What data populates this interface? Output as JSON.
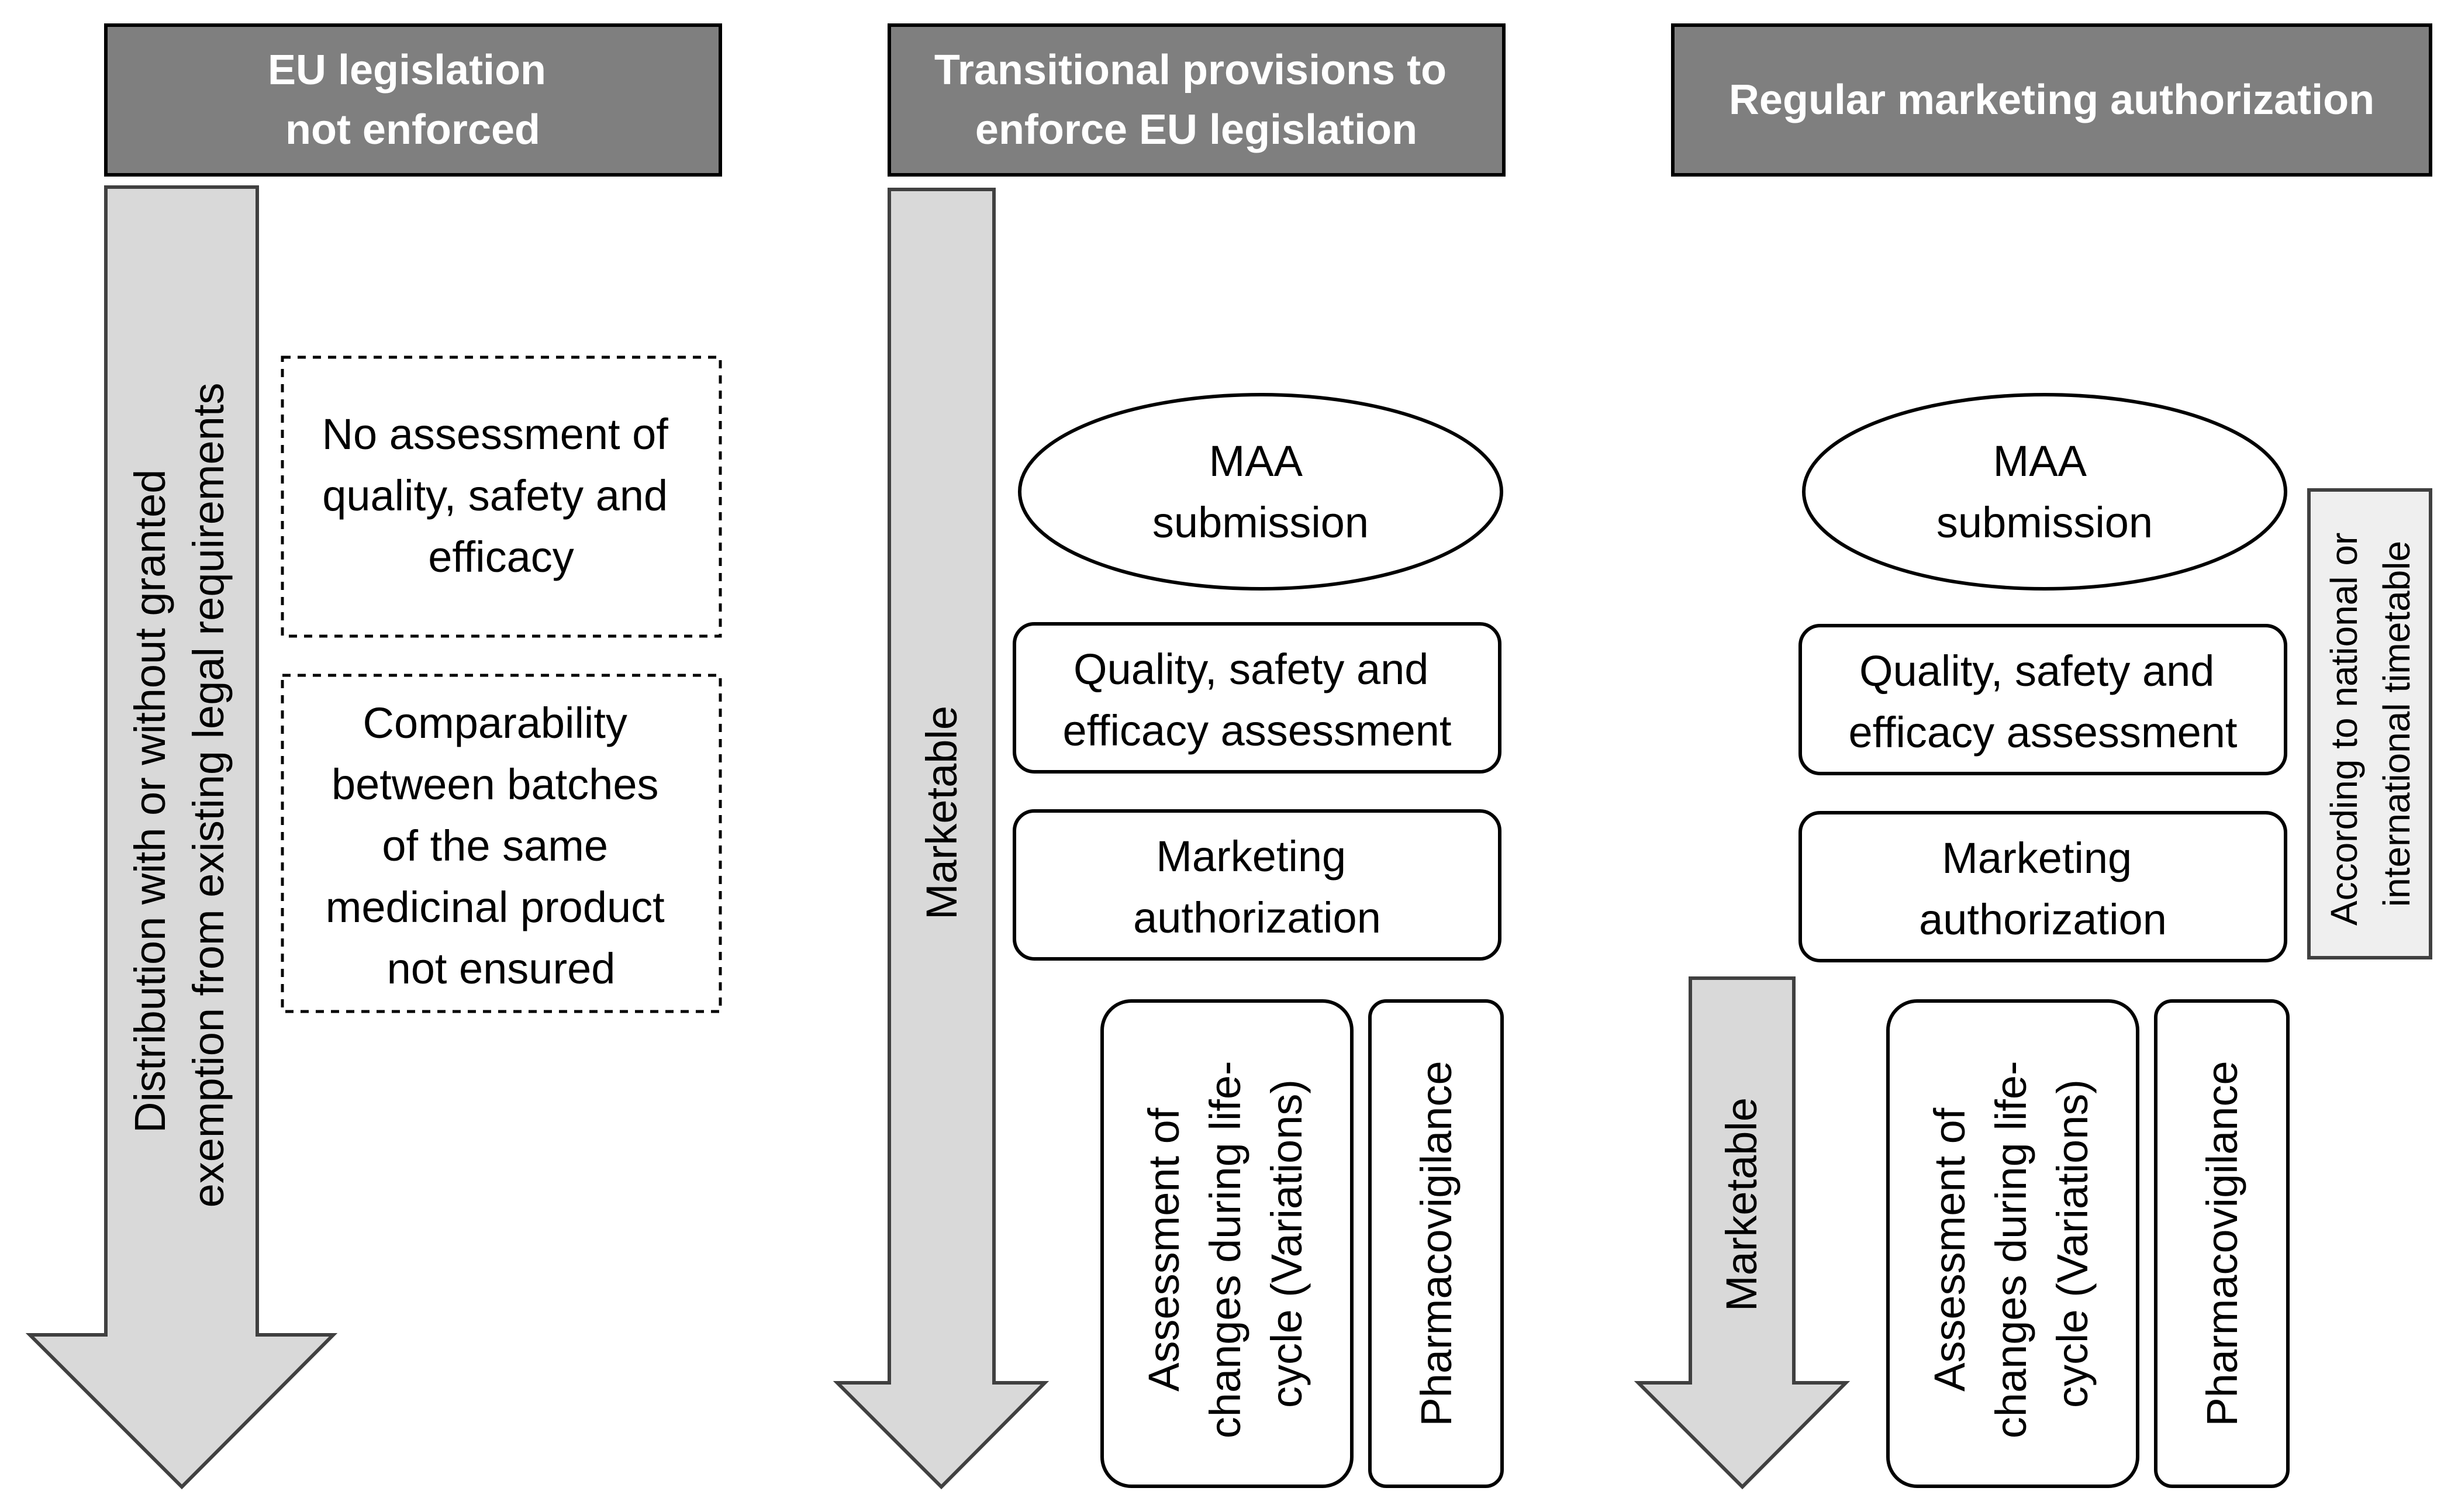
{
  "columns": [
    {
      "header": [
        "EU legislation",
        "not enforced"
      ],
      "arrow_label": [
        "Distribution with or without granted",
        "exemption from existing legal requirements"
      ],
      "notes": [
        [
          "No assessment of",
          "quality, safety and",
          "efficacy"
        ],
        [
          "Comparability",
          "between batches",
          "of the same",
          "medicinal product",
          "not ensured"
        ]
      ]
    },
    {
      "header": [
        "Transitional provisions to",
        "enforce EU legislation"
      ],
      "arrow_label": "Marketable",
      "submission": [
        "MAA",
        "submission"
      ],
      "assessment": [
        "Quality, safety and",
        "efficacy assessment"
      ],
      "authorization": [
        "Marketing",
        "authorization"
      ],
      "variations": [
        "Assessment of",
        "changes during life-",
        "cycle (Variations)"
      ],
      "pharmacovigilance": "Pharmacovigilance"
    },
    {
      "header": [
        "Regular marketing authorization"
      ],
      "arrow_label": "Marketable",
      "submission": [
        "MAA",
        "submission"
      ],
      "assessment": [
        "Quality, safety and",
        "efficacy assessment"
      ],
      "authorization": [
        "Marketing",
        "authorization"
      ],
      "timetable": [
        "According to national or",
        "international timetable"
      ],
      "variations": [
        "Assessment of",
        "changes during life-",
        "cycle (Variations)"
      ],
      "pharmacovigilance": "Pharmacovigilance"
    }
  ]
}
